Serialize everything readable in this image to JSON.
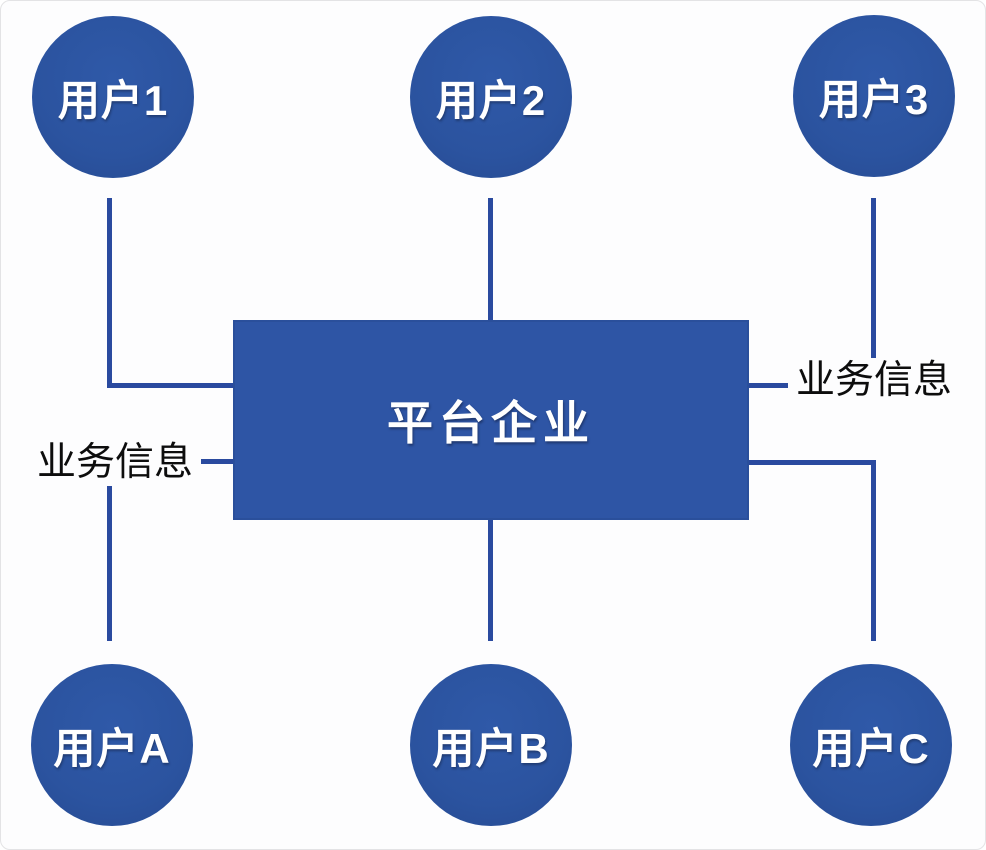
{
  "diagram": {
    "title": "platform-enterprise-network-diagram",
    "center_node": {
      "label": "平台企业"
    },
    "top_nodes": [
      {
        "label": "用户1"
      },
      {
        "label": "用户2"
      },
      {
        "label": "用户3"
      }
    ],
    "bottom_nodes": [
      {
        "label": "用户A"
      },
      {
        "label": "用户B"
      },
      {
        "label": "用户C"
      }
    ],
    "edge_labels": {
      "left": "业务信息",
      "right": "业务信息"
    },
    "colors": {
      "node_fill": "#2b539f",
      "center_fill": "#2e55a5",
      "connector": "#2a4a9f",
      "node_text": "#ffffff",
      "edge_label_text": "#0d0d0d",
      "background": "#fdfdfe"
    }
  }
}
